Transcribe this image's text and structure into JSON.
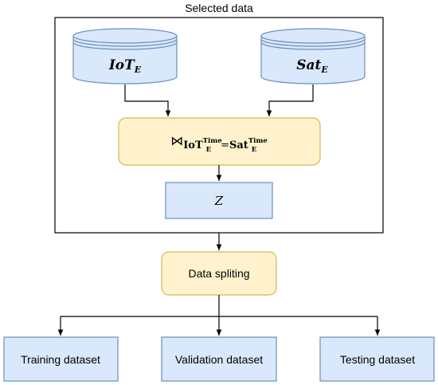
{
  "container": {
    "title": "Selected data"
  },
  "sources": [
    {
      "base": "IoT",
      "sub": "E"
    },
    {
      "base": "Sat",
      "sub": "E"
    }
  ],
  "join": {
    "symbol": "⋈",
    "left": "IoT",
    "left_sup": "Time",
    "left_sub": "E",
    "operator": "=",
    "right": "Sat",
    "right_sup": "Time",
    "right_sub": "E"
  },
  "result": {
    "label": "Z"
  },
  "split": {
    "label": "Data spliting"
  },
  "outputs": [
    {
      "label": "Training dataset"
    },
    {
      "label": "Validation dataset"
    },
    {
      "label": "Testing dataset"
    }
  ],
  "colors": {
    "blue_fill": "#dae8fc",
    "blue_stroke": "#6c8ebf",
    "yellow_fill": "#fff2cc",
    "yellow_stroke": "#d6b656",
    "line": "#000000"
  }
}
